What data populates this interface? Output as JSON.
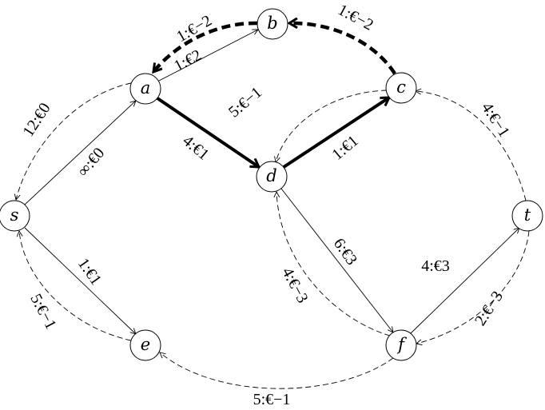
{
  "nodes": {
    "a": "a",
    "b": "b",
    "c": "c",
    "d": "d",
    "s": "s",
    "e": "e",
    "f": "f",
    "t": "t"
  },
  "edges": {
    "b_a": "1:€−2",
    "c_b": "1:€−2",
    "a_b": "1:€2",
    "a_s": "12:€0",
    "s_a": "∞:€0",
    "a_d": "4:€1",
    "c_d": "5:€−1",
    "d_c": "1:€1",
    "t_c": "4:€−1",
    "d_f": "6:€3",
    "f_d": "4:€−3",
    "f_t": "4:€3",
    "t_f": "2:€−3",
    "s_e": "1:€1",
    "e_s": "5:€−1",
    "f_e": "5:€−1"
  }
}
